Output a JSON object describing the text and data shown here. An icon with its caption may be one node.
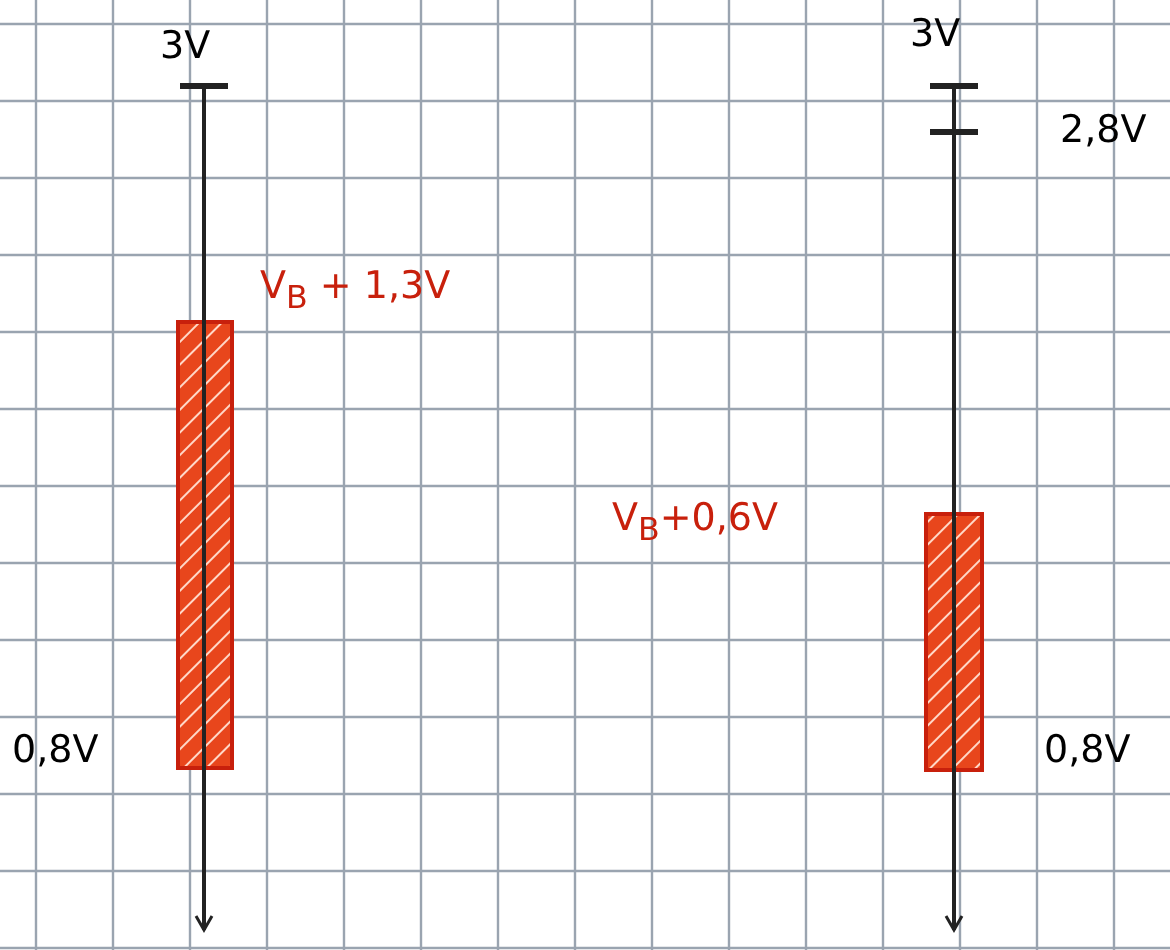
{
  "diagram": {
    "nodes": [
      {
        "text": [],
        "shape": "bar"
      },
      {
        "text": [],
        "shape": "bar"
      }
    ],
    "labels": [
      "3V",
      "3V",
      "2,8V",
      "V$_{B}$ + 1,3V",
      "V$_{B}$+0,6V",
      "0,8V",
      "0,8V"
    ]
  }
}
